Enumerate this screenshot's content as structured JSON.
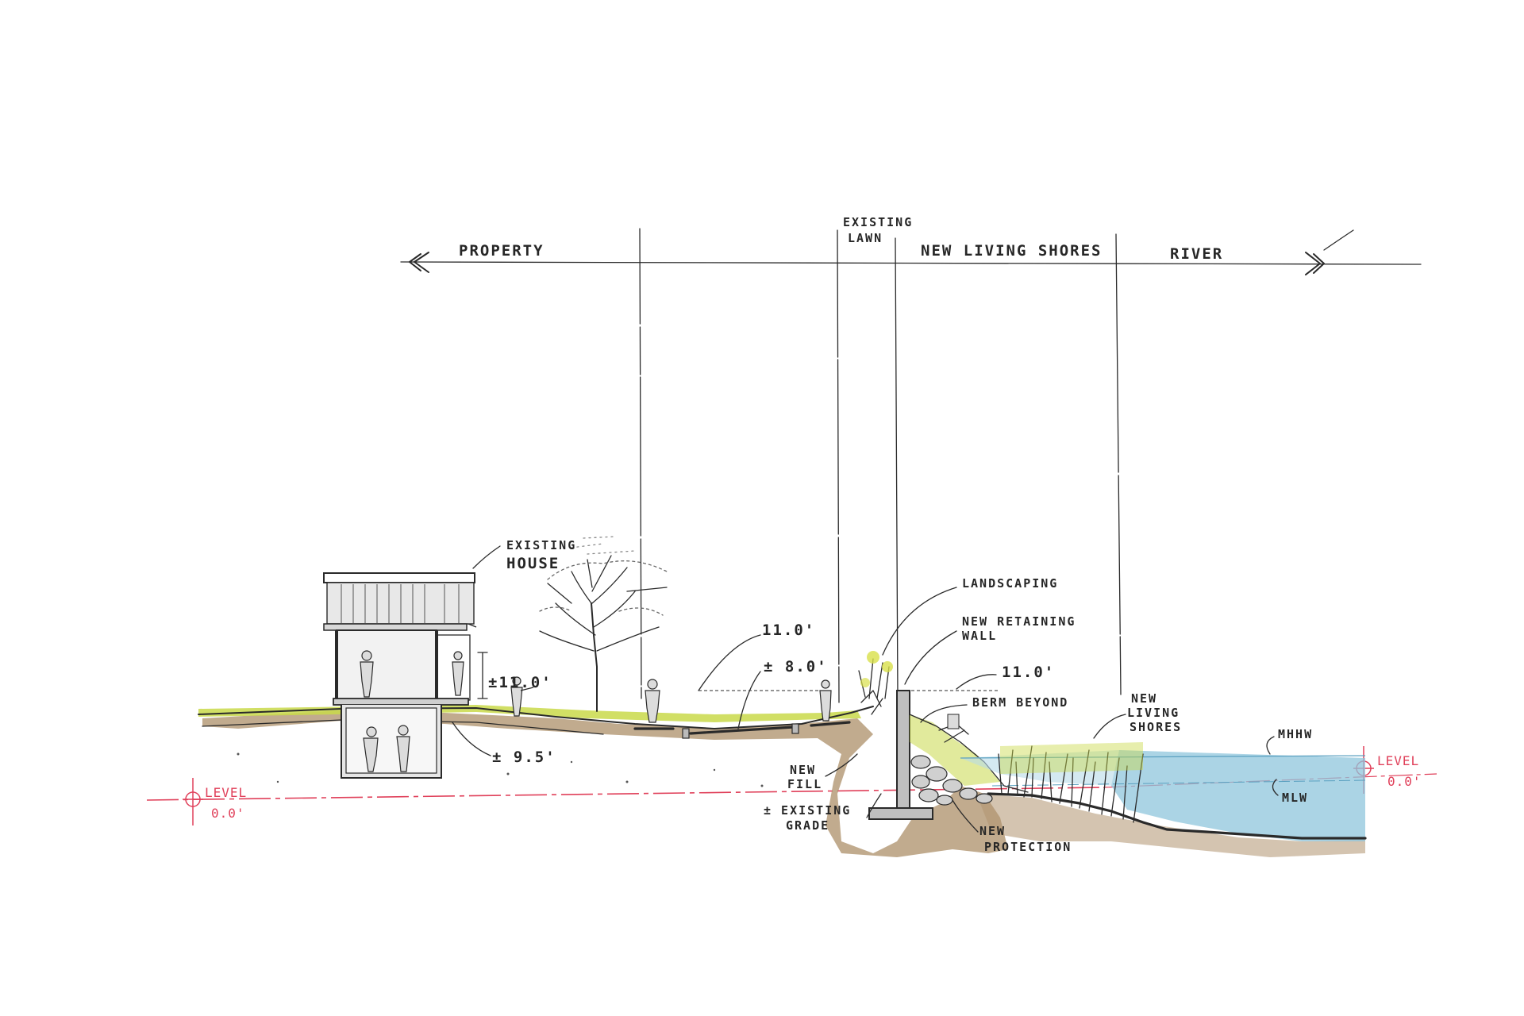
{
  "zones": {
    "property": "PROPERTY",
    "existing_lawn": [
      "EXISTING",
      "LAWN"
    ],
    "new_living_shores": "NEW LIVING SHORES",
    "river": "RIVER"
  },
  "labels": {
    "existing_house": [
      "EXISTING",
      "HOUSE"
    ],
    "landscaping": "LANDSCAPING",
    "new_retaining_wall": [
      "NEW RETAINING",
      "WALL"
    ],
    "berm_beyond": "BERM BEYOND",
    "new_living_shores": [
      "NEW",
      "LIVING",
      "SHORES"
    ],
    "new_fill": [
      "NEW",
      "FILL"
    ],
    "existing_grade": [
      "± EXISTING",
      "GRADE"
    ],
    "new_protection": [
      "NEW",
      "PROTECTION"
    ],
    "mhhw": "MHHW",
    "mlw": "MLW"
  },
  "elevations": {
    "house_floor": "±11.0'",
    "basement": "± 9.5'",
    "lawn_top": "11.0'",
    "lawn_low": "± 8.0'",
    "wall_top": "11.0'"
  },
  "datum": {
    "left": {
      "label": "LEVEL",
      "value": "0.0'"
    },
    "right": {
      "label": "LEVEL",
      "value": "0.0'"
    }
  },
  "colors": {
    "ink": "#2a2a2a",
    "datum_red": "#e0405a",
    "soil": "#a98b62",
    "grass": "#c9d94a",
    "water": "#8fc6dc",
    "wall": "#bfbfbf"
  }
}
